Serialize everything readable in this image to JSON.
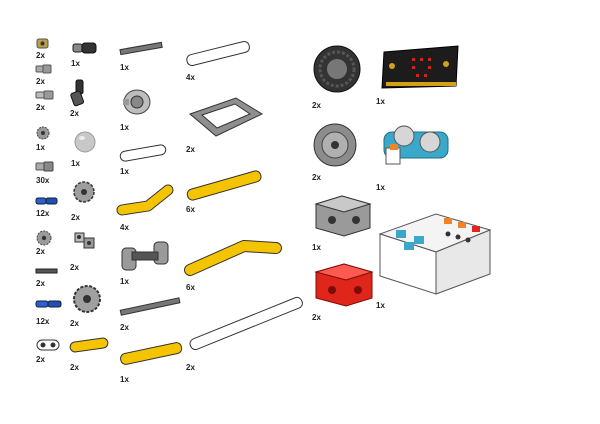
{
  "parts": {
    "p01": {
      "name": "bushing-yellow",
      "qty": "2x"
    },
    "p02": {
      "name": "axle-pin-grey",
      "qty": "2x"
    },
    "p03": {
      "name": "pin-grey-long",
      "qty": "2x"
    },
    "p04": {
      "name": "gear-small-grey",
      "qty": "1x"
    },
    "p05": {
      "name": "pin-grey",
      "qty": "30x"
    },
    "p06": {
      "name": "pin-blue",
      "qty": "12x"
    },
    "p07": {
      "name": "gear-small-grey-2",
      "qty": "2x"
    },
    "p08": {
      "name": "axle-black-short",
      "qty": "2x"
    },
    "p09": {
      "name": "pin-blue-long",
      "qty": "12x"
    },
    "p10": {
      "name": "beam-2-white",
      "qty": "2x"
    },
    "p11": {
      "name": "connector-black",
      "qty": "1x"
    },
    "p12": {
      "name": "connector-angle-black",
      "qty": "2x"
    },
    "p13": {
      "name": "ball-grey",
      "qty": "1x"
    },
    "p14": {
      "name": "gear-grey-medium",
      "qty": "2x"
    },
    "p15": {
      "name": "cross-block-grey",
      "qty": "2x"
    },
    "p16": {
      "name": "gear-grey-large",
      "qty": "2x"
    },
    "p17": {
      "name": "beam-3-yellow",
      "qty": "2x"
    },
    "p18": {
      "name": "axle-long-grey",
      "qty": "1x"
    },
    "p19": {
      "name": "motor-hub-grey",
      "qty": "1x"
    },
    "p20": {
      "name": "beam-5-white",
      "qty": "1x"
    },
    "p21": {
      "name": "bent-beam-yellow",
      "qty": "4x"
    },
    "p22": {
      "name": "h-frame-grey",
      "qty": "1x"
    },
    "p23": {
      "name": "axle-long-grey-2",
      "qty": "2x"
    },
    "p24": {
      "name": "beam-7-yellow",
      "qty": "1x"
    },
    "p25": {
      "name": "beam-7-white",
      "qty": "4x"
    },
    "p26": {
      "name": "frame-grey",
      "qty": "2x"
    },
    "p27": {
      "name": "beam-9-yellow",
      "qty": "6x"
    },
    "p28": {
      "name": "bent-beam-long-yellow",
      "qty": "6x"
    },
    "p29": {
      "name": "beam-15-white",
      "qty": "2x"
    },
    "p30": {
      "name": "tire-black",
      "qty": "2x"
    },
    "p31": {
      "name": "rim-grey",
      "qty": "2x"
    },
    "p32": {
      "name": "servo-grey",
      "qty": "1x"
    },
    "p33": {
      "name": "servo-red",
      "qty": "2x"
    },
    "p34": {
      "name": "microbit-board",
      "qty": "1x"
    },
    "p35": {
      "name": "ultrasonic-sensor",
      "qty": "1x"
    },
    "p36": {
      "name": "nezha-expansion-board",
      "qty": "1x"
    }
  },
  "colors": {
    "yellow": "#f5c400",
    "grey": "#8a8a8a",
    "dark": "#2b2b2b",
    "blue": "#1e4fb3",
    "red": "#e0251b",
    "teal": "#3aa9c9",
    "orange": "#f0822a"
  }
}
